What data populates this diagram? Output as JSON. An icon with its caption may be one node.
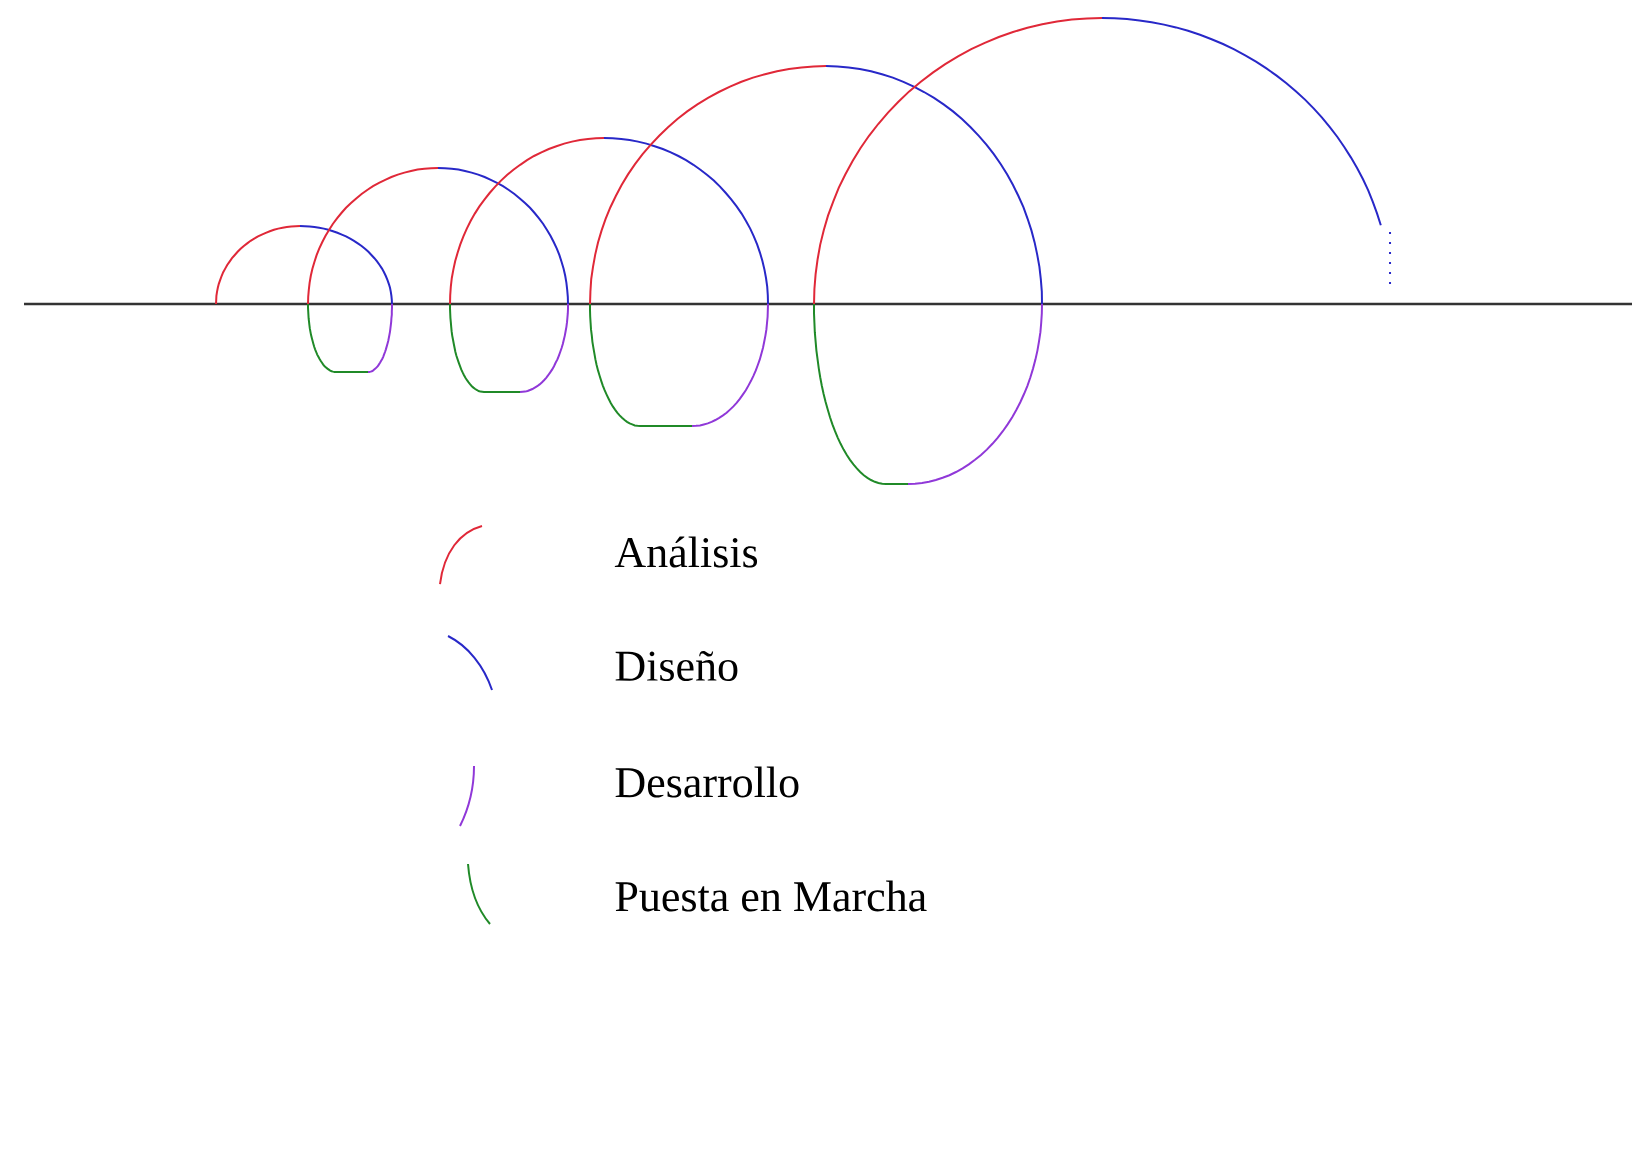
{
  "diagram": {
    "legend": [
      {
        "text": "Análisis"
      },
      {
        "text": "Diseño"
      },
      {
        "text": "Desarrollo"
      },
      {
        "text": "Puesta en Marcha"
      }
    ]
  }
}
